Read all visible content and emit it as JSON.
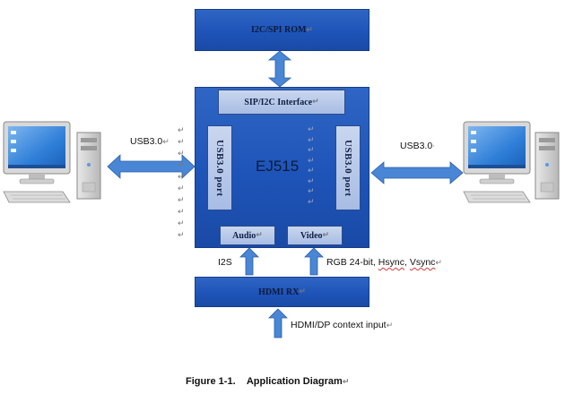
{
  "blocks": {
    "rom": "I2C/SPI ROM",
    "chip": "EJ515",
    "sip_interface": "SIP/I2C Interface",
    "usb_port_left": "USB3.0 port",
    "usb_port_right": "USB3.0 port",
    "audio": "Audio",
    "video": "Video",
    "hdmi_rx": "HDMI RX"
  },
  "labels": {
    "usb_left": "USB3.0",
    "usb_right": "USB3.0",
    "i2s": "I2S",
    "rgb_prefix": "RGB 24-bit, ",
    "hsync": "Hsync",
    "comma": ", ",
    "vsync": "Vsync",
    "hdmi_input": "HDMI/DP context input"
  },
  "caption": {
    "number": "Figure 1-1.",
    "title": "Application Diagram"
  },
  "marks": {
    "para": "↵",
    "para_small": "·"
  },
  "colors": {
    "block_fill": "#1e54b8",
    "inner_fill": "#b7c8e8",
    "arrow_fill": "#4a86d6"
  },
  "icons": [
    "computer-icon-left",
    "computer-icon-right"
  ]
}
